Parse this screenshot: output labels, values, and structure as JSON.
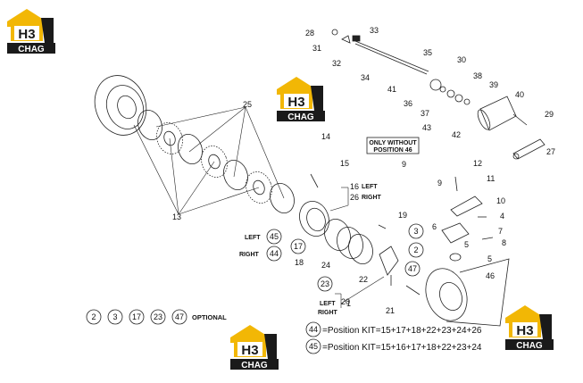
{
  "logo": {
    "top": "H3",
    "bottom": "CHAG"
  },
  "callouts": [
    "1",
    "2",
    "3",
    "4",
    "5",
    "6",
    "7",
    "8",
    "9",
    "9",
    "10",
    "11",
    "12",
    "13",
    "14",
    "15",
    "16",
    "17",
    "18",
    "19",
    "20",
    "21",
    "22",
    "23",
    "24",
    "25",
    "26",
    "27",
    "28",
    "29",
    "30",
    "31",
    "32",
    "33",
    "34",
    "35",
    "36",
    "37",
    "38",
    "39",
    "40",
    "41",
    "42",
    "43",
    "44",
    "45",
    "46",
    "47"
  ],
  "circled": {
    "c3": "3",
    "c2": "2",
    "c47": "47",
    "c45": "45",
    "c44": "44",
    "c17": "17",
    "c23": "23"
  },
  "side_labels": {
    "left_a": "LEFT",
    "right_a": "RIGHT",
    "left_b": "LEFT",
    "right_b": "RIGHT",
    "left_c": "LEFT",
    "right_c": "RIGHT"
  },
  "note": {
    "line1": "ONLY WITHOUT",
    "line2": "POSITION 46"
  },
  "optional": {
    "items": [
      "2",
      "3",
      "17",
      "23",
      "47"
    ],
    "label": "OPTIONAL"
  },
  "kits": [
    {
      "num": "44",
      "text": "=Position KIT=15+17+18+22+23+24+26"
    },
    {
      "num": "45",
      "text": "=Position KIT=15+16+17+18+22+23+24"
    }
  ],
  "colors": {
    "logo_yellow": "#f2b705",
    "logo_dark": "#1a1a1a",
    "line": "#222222"
  }
}
